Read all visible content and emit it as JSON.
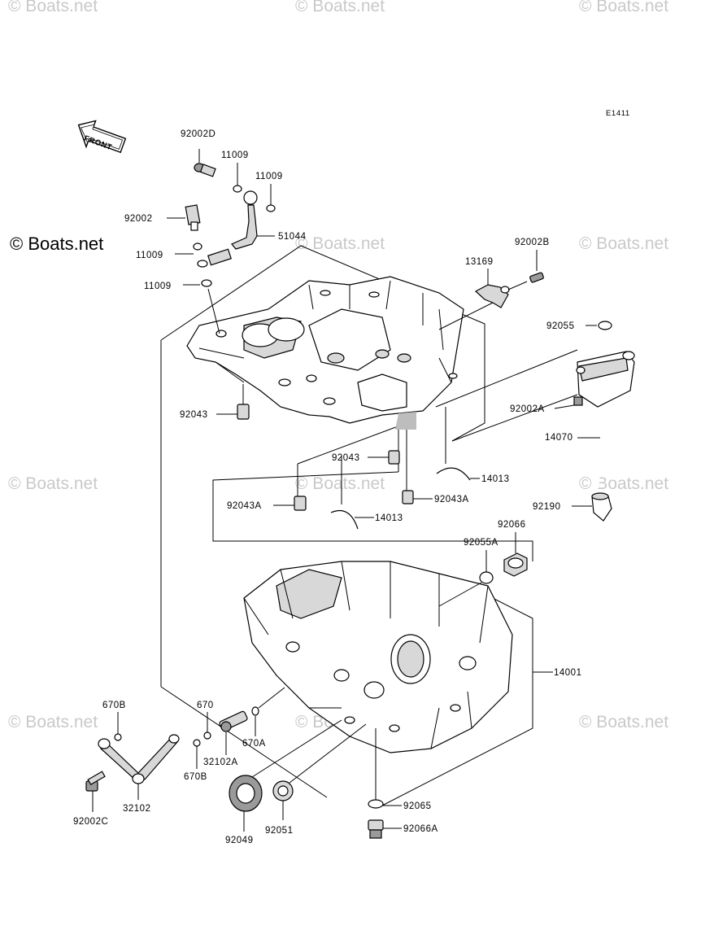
{
  "diagram_code": "E1411",
  "front_arrow": "FRONT",
  "watermark_main": "© Boats.net",
  "watermark_faint": "© Boats.net",
  "parts": {
    "p92002D": "92002D",
    "p11009_a": "11009",
    "p11009_b": "11009",
    "p92002": "92002",
    "p51044": "51044",
    "p11009_c": "11009",
    "p11009_d": "11009",
    "p13169": "13169",
    "p92002B": "92002B",
    "p92055": "92055",
    "p92002A": "92002A",
    "p14070": "14070",
    "p92043_a": "92043",
    "p92043_b": "92043",
    "p14013_a": "14013",
    "p92043A_a": "92043A",
    "p92043A_b": "92043A",
    "p14013_b": "14013",
    "p92190": "92190",
    "p92066": "92066",
    "p92055A": "92055A",
    "p14001": "14001",
    "p670B_a": "670B",
    "p670": "670",
    "p670A": "670A",
    "p32102A": "32102A",
    "p670B_b": "670B",
    "p32102": "32102",
    "p92002C": "92002C",
    "p92049": "92049",
    "p92051": "92051",
    "p92065": "92065",
    "p92066A": "92066A"
  },
  "icons": [
    "front-arrow-icon",
    "copyright-icon"
  ]
}
